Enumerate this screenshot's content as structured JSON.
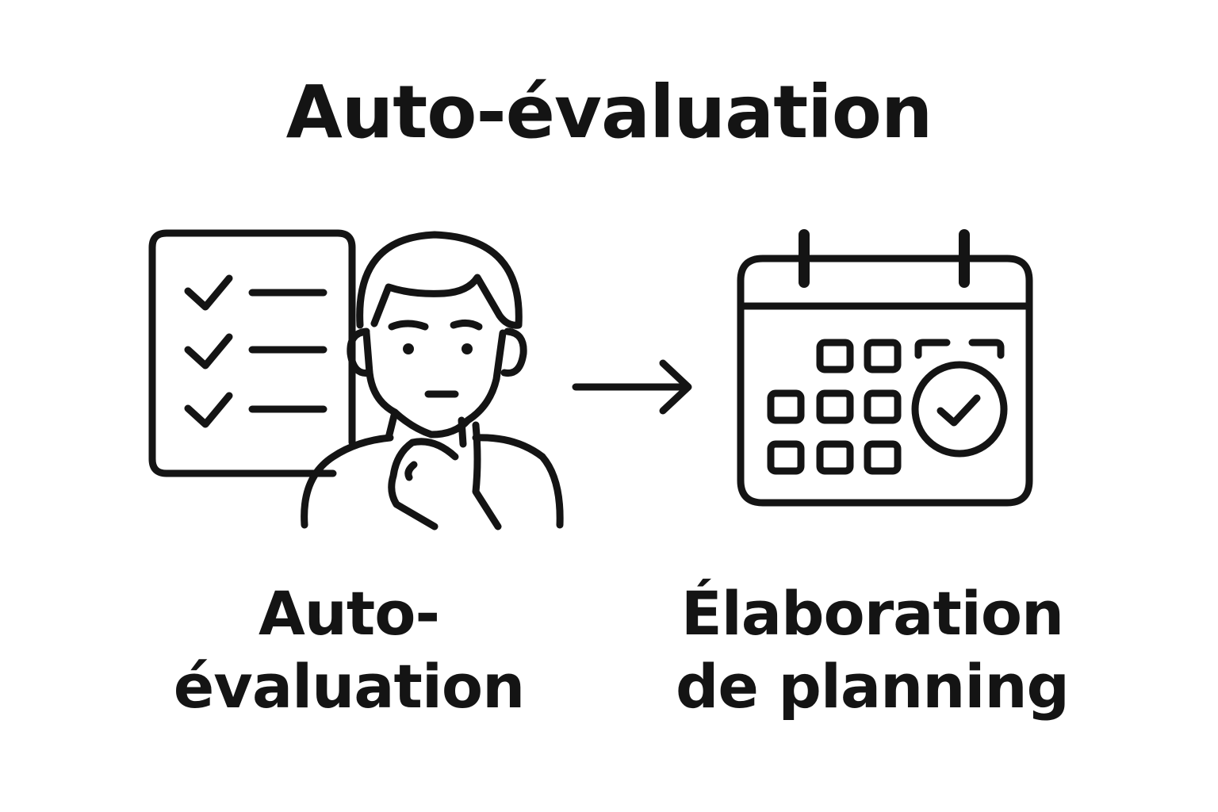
{
  "title": "Auto-évaluation",
  "steps": [
    {
      "label_line1": "Auto-",
      "label_line2": "évaluation",
      "icon": "self-assessment-person-checklist-icon"
    },
    {
      "label_line1": "Élaboration",
      "label_line2": "de planning",
      "icon": "calendar-check-icon"
    }
  ],
  "connector": "arrow-right-icon",
  "colors": {
    "ink": "#141414",
    "background": "#ffffff"
  }
}
